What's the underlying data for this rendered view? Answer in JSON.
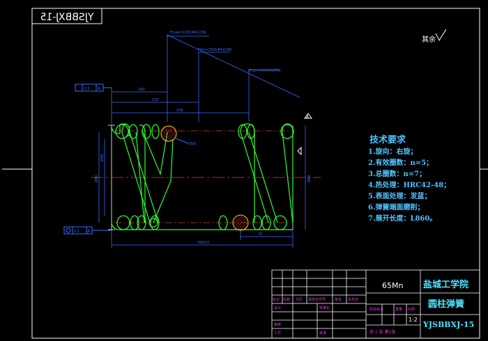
{
  "title_box": {
    "drawing_no_mirrored": "YJSBBXJ-15"
  },
  "surface_finish": "其余",
  "force_labels": [
    "Fmax=1501#4223N",
    "Flim=1501#4214N",
    "Fmin=4#4#4#5N"
  ],
  "dimensions": {
    "d1": "180",
    "d2": "150",
    "d3": "108",
    "free_length": "260±3",
    "pitch": "70",
    "wire": "Ø16",
    "od": "Ø80",
    "id": "Ø48",
    "tol_top": "0.5",
    "tol_bot": "0.5"
  },
  "tech_requirements": {
    "heading": "技术要求",
    "items": [
      "1.旋向：右旋；",
      "2.有效圈数：n=5；",
      "3.总圈数：n=7；",
      "4.热处理：HRC42-48；",
      "5.表面处理：发蓝；",
      "6.弹簧端面磨削；",
      "7.展开长度：L860。"
    ]
  },
  "title_block": {
    "material": "65Mn",
    "school": "盐城工学院",
    "part_name": "圆柱弹簧",
    "drawing_no": "YJSBBXJ-15",
    "scale": "1:2",
    "scale_label": "比例",
    "sheet": "共 1 张 第1张",
    "headers": [
      "标记",
      "处数",
      "分区",
      "更改文件号",
      "签名",
      "年月日"
    ],
    "roles": [
      "设计",
      "审核",
      "工艺",
      "标准化",
      "批准"
    ],
    "stage_label": "阶段标记",
    "weight_label": "重量"
  }
}
